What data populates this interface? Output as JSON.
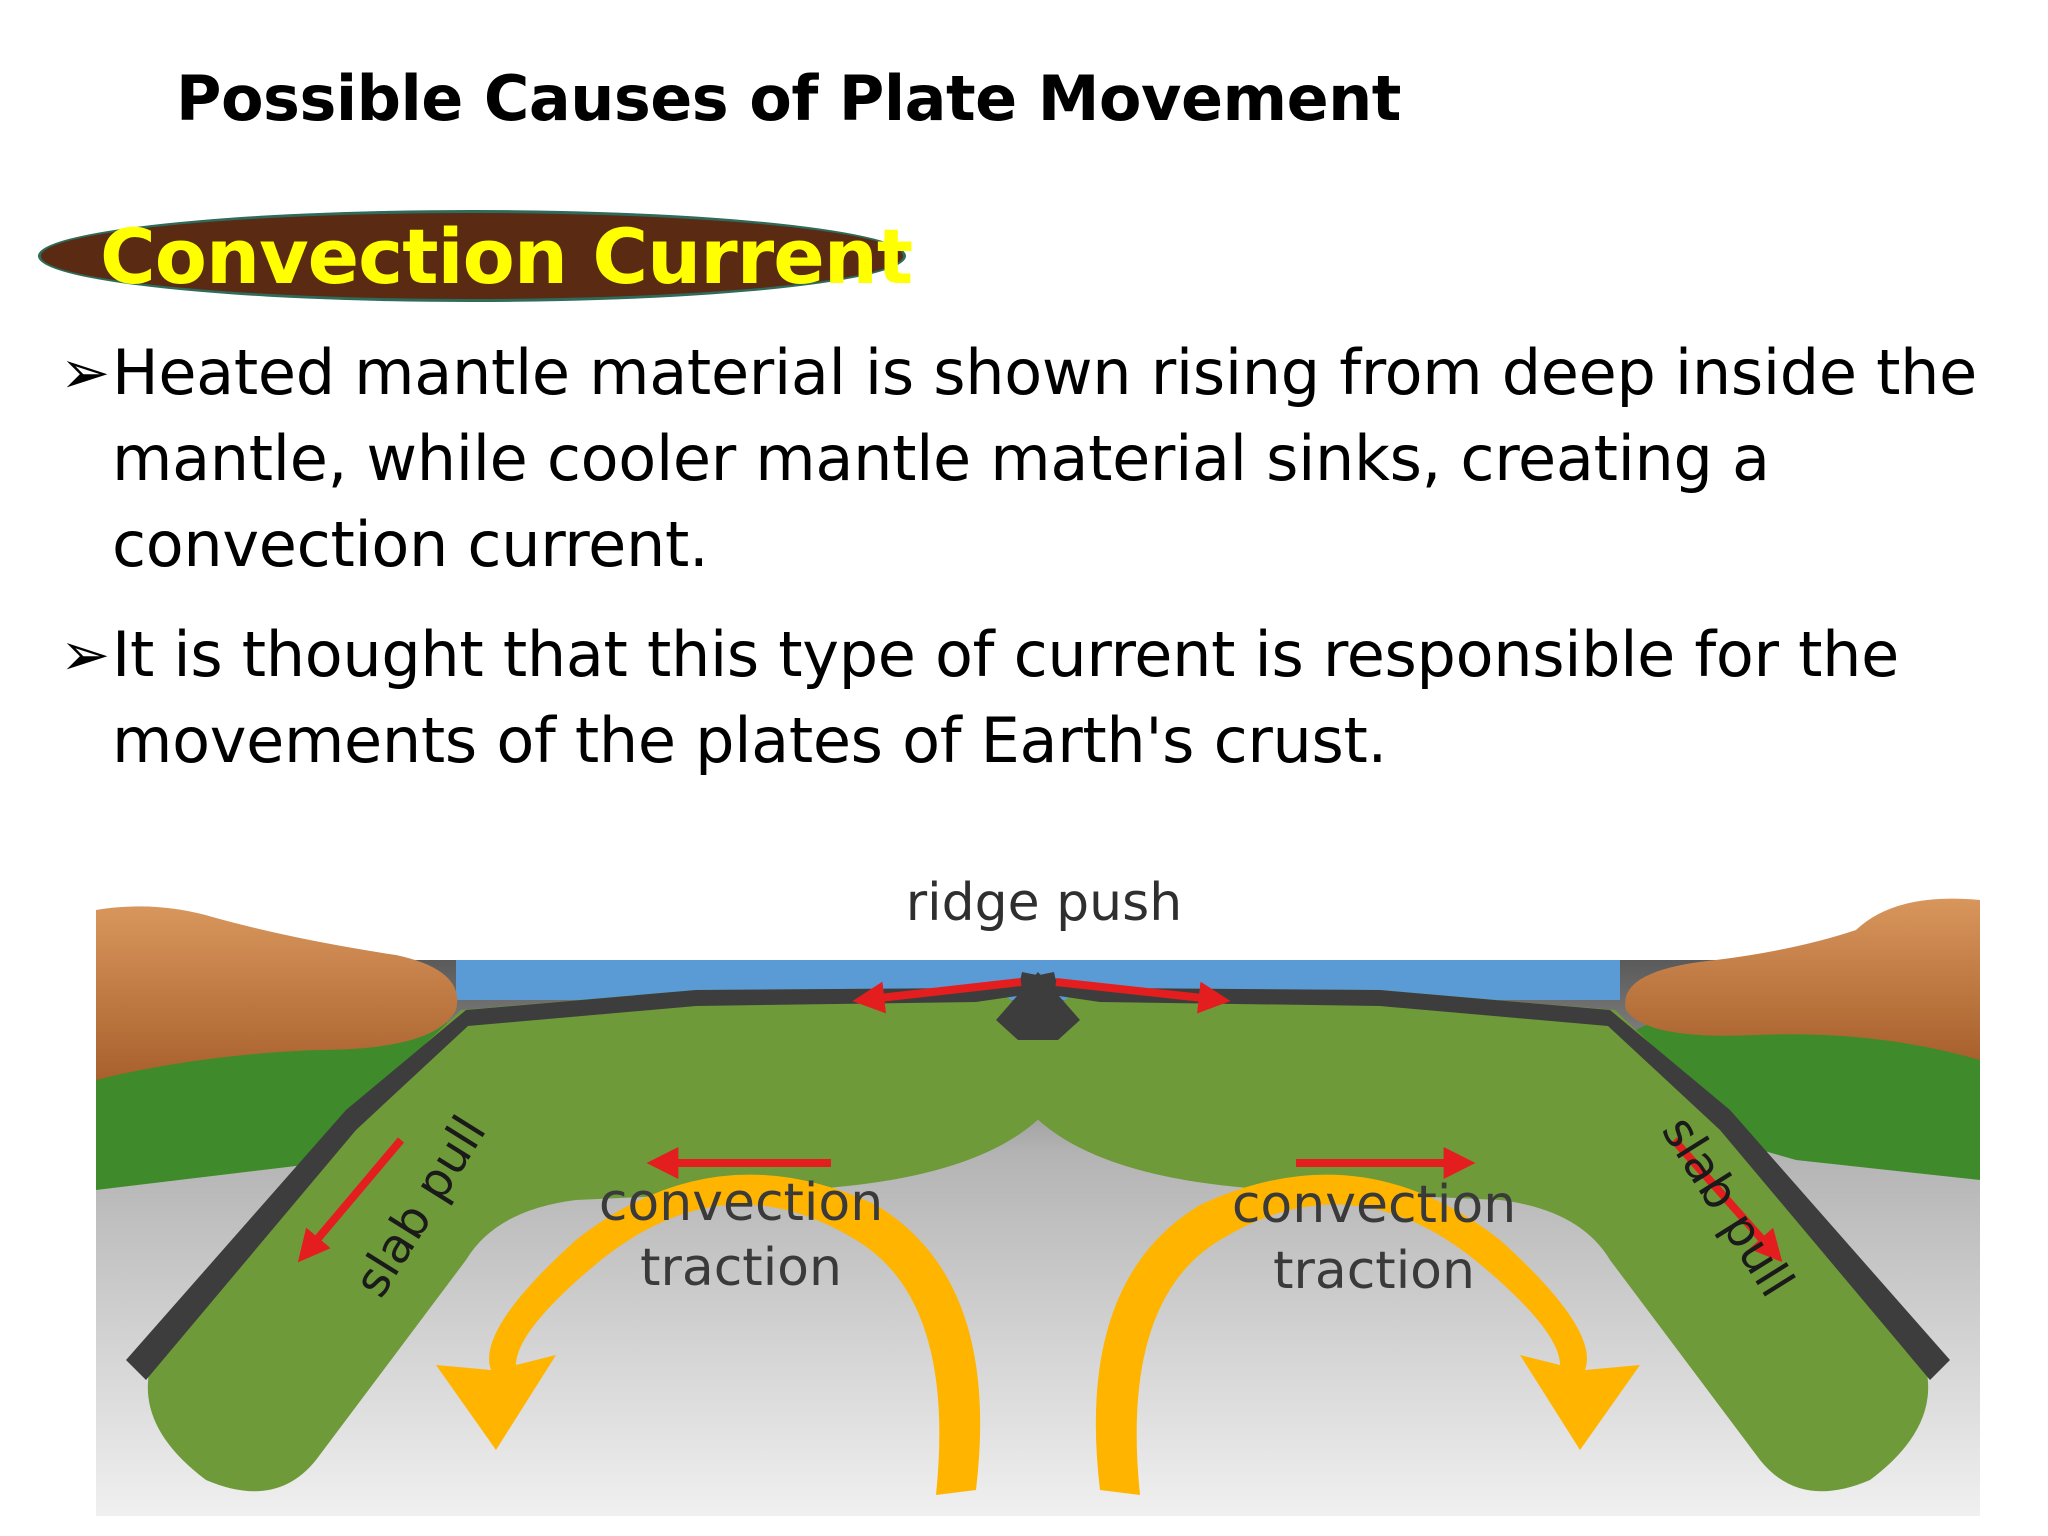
{
  "slide": {
    "title": "Possible Causes of Plate Movement",
    "section_label": "Convection Current"
  },
  "bullets": [
    "Heated mantle material is shown rising from deep inside the mantle, while cooler mantle material sinks, creating a convection current.",
    "It is thought that this type of current is responsible for the movements of the plates of Earth's crust."
  ],
  "diagram": {
    "labels": {
      "ridge_push": "ridge push",
      "slab_pull_left": "slab pull",
      "slab_pull_right": "slab pull",
      "convection_left_line1": "convection",
      "convection_left_line2": "traction",
      "convection_right_line1": "convection",
      "convection_right_line2": "traction"
    },
    "colors": {
      "plate_green": "#6e9a3a",
      "crust_dark": "#3d3d3d",
      "mantle_gray": "#c8c8c8",
      "ocean_blue": "#5b9bd5",
      "continent_brown": "#c88a52",
      "arrow_red": "#e41e1e",
      "current_orange": "#ffb400",
      "pill_brown": "#5a2a12",
      "pill_text_yellow": "#ffff00"
    }
  }
}
